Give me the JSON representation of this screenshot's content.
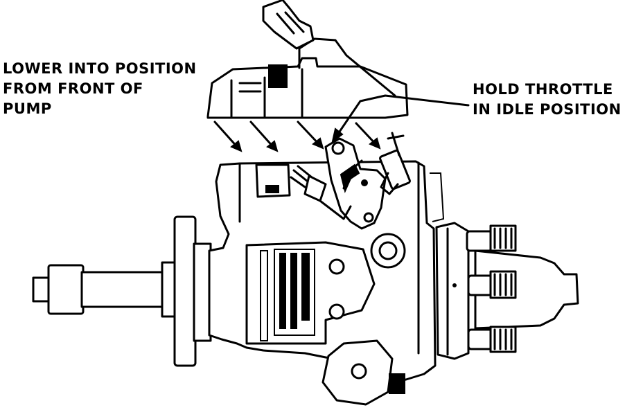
{
  "callouts": {
    "lower_into_position": [
      "LOWER INTO POSITION",
      "FROM FRONT OF",
      "PUMP"
    ],
    "hold_throttle": [
      "HOLD THROTTLE",
      "IN IDLE POSITION"
    ]
  },
  "colors": {
    "ink": "#000000",
    "paper": "#ffffff"
  }
}
